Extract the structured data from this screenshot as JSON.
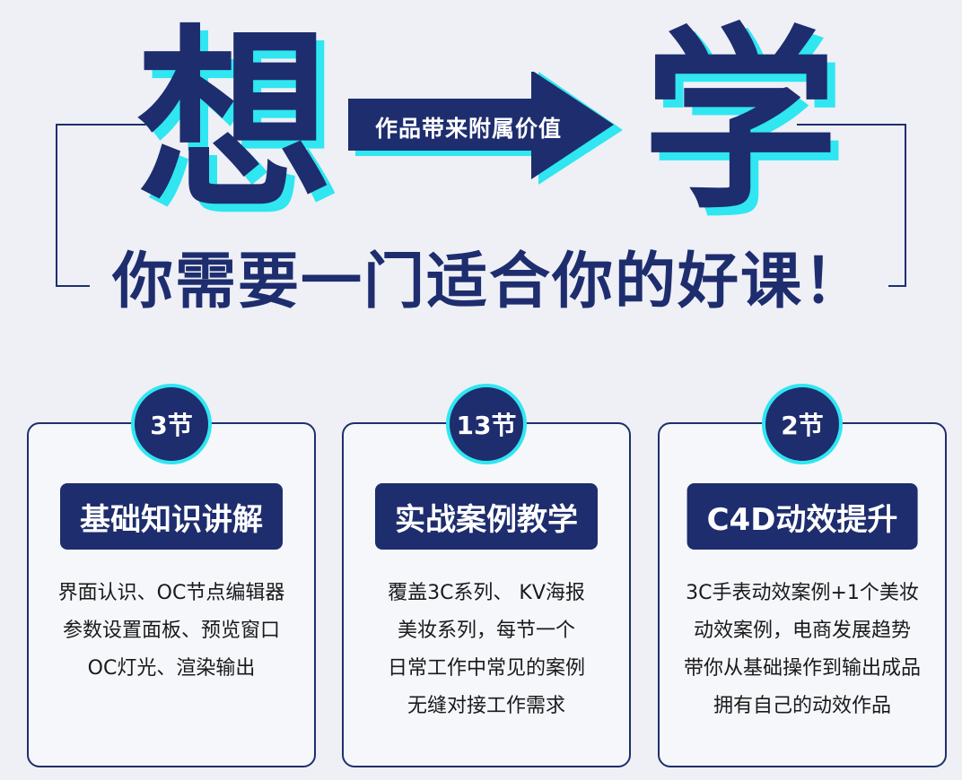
{
  "hero": {
    "left_char": "想",
    "right_char": "学",
    "arrow_label": "作品带来附属价值",
    "headline": "你需要一门适合你的好课！"
  },
  "cards": [
    {
      "badge": "3节",
      "title": "基础知识讲解",
      "lines": [
        "界面认识、OC节点编辑器",
        "参数设置面板、预览窗口",
        "OC灯光、渲染输出"
      ]
    },
    {
      "badge": "13节",
      "title": "实战案例教学",
      "lines": [
        "覆盖3C系列、 KV海报",
        "美妆系列，每节一个",
        "日常工作中常见的案例",
        "无缝对接工作需求"
      ]
    },
    {
      "badge": "2节",
      "title": "C4D动效提升",
      "lines": [
        "3C手表动效案例+1个美妆",
        "动效案例，电商发展趋势",
        "带你从基础操作到输出成品",
        "拥有自己的动效作品"
      ]
    }
  ],
  "colors": {
    "navy": "#1e2d6e",
    "cyan": "#2fe6f1",
    "background": "#eef0f6"
  }
}
